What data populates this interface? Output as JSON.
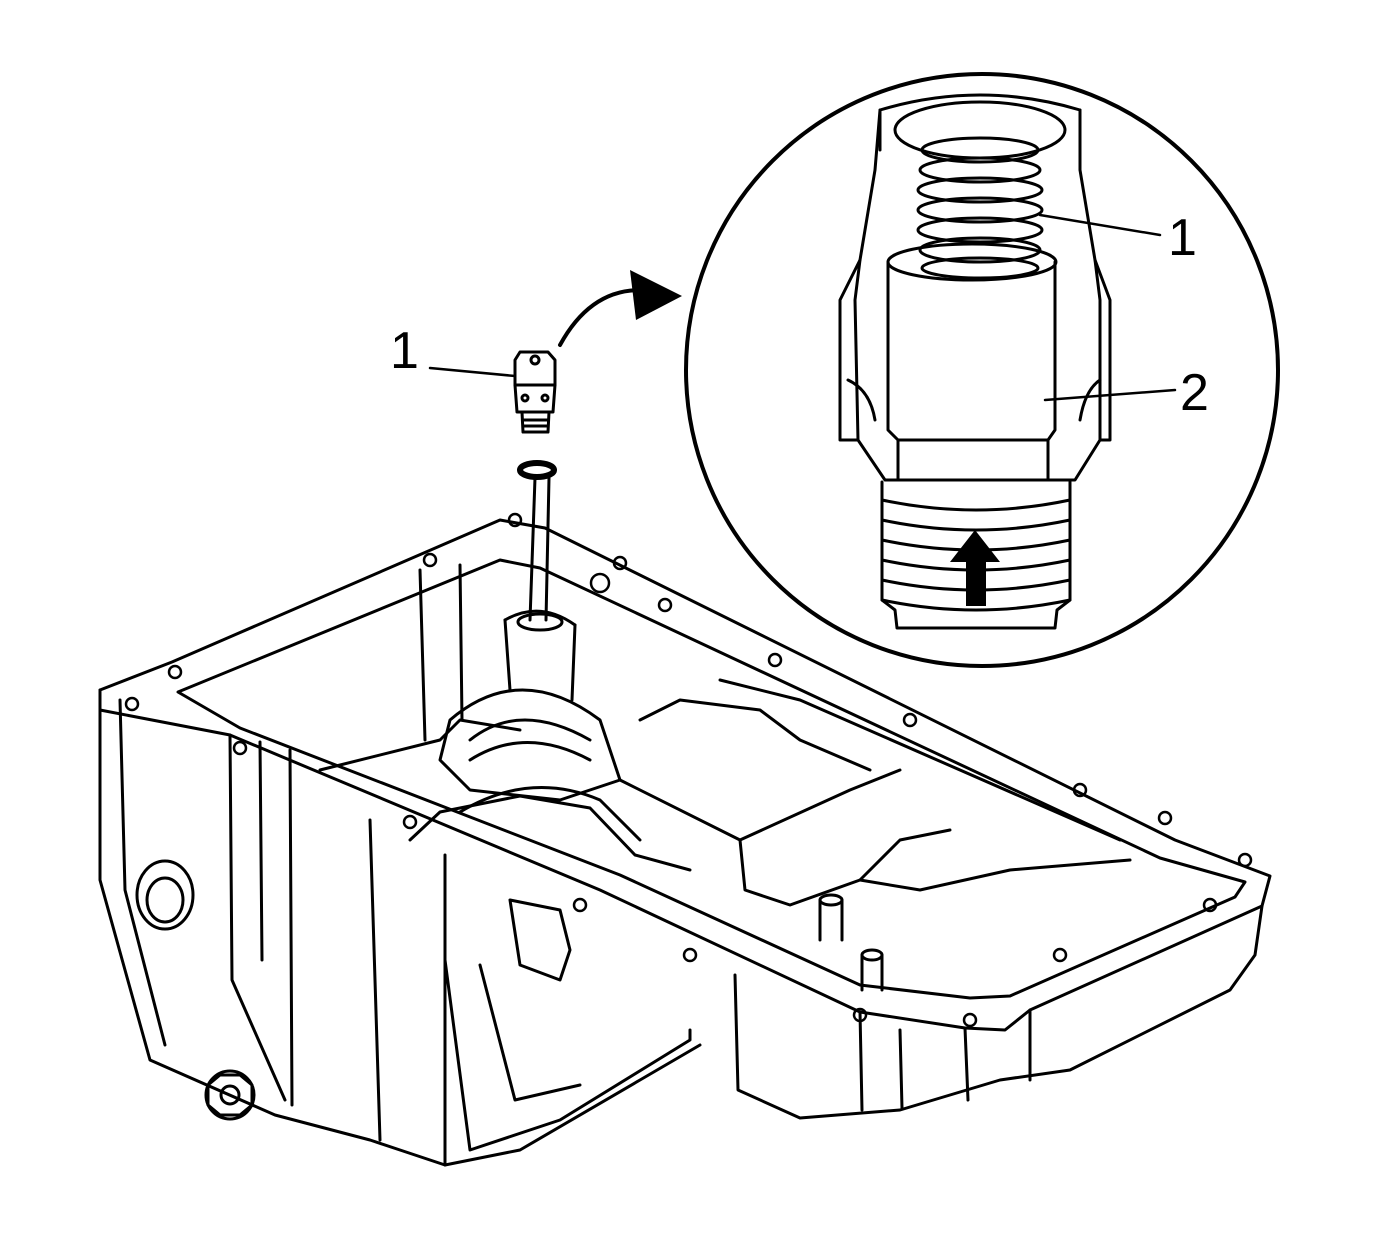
{
  "callouts": {
    "main_1": "1",
    "detail_1": "1",
    "detail_2": "2"
  },
  "colors": {
    "line": "#000000",
    "background": "#ffffff"
  },
  "icons": {
    "transfer_arrow": "curved-arrow-icon",
    "direction_arrow": "up-arrow-icon"
  }
}
